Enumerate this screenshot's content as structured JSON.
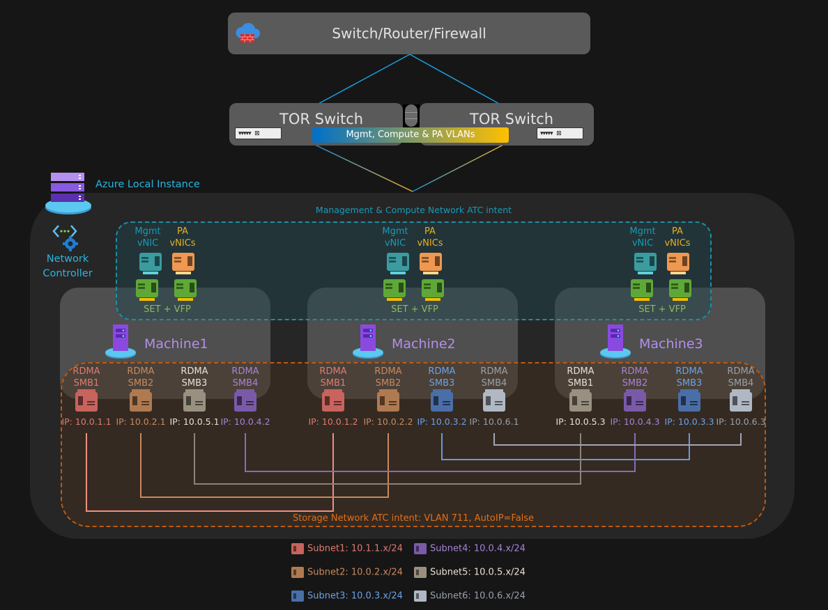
{
  "top": {
    "title": "Switch/Router/Firewall",
    "icon": "cloud-firewall-icon"
  },
  "tor": {
    "left_title": "TOR Switch",
    "right_title": "TOR Switch",
    "vlan_banner": "Mgmt, Compute & PA VLANs",
    "vlan_gradient": [
      "#0070c8",
      "#ffc000"
    ]
  },
  "instance": {
    "label": "Azure Local Instance",
    "network_controller": [
      "Network",
      "Controller"
    ]
  },
  "mgmt_intent": {
    "title": "Management & Compute Network ATC intent",
    "mgmt_label": [
      "Mgmt",
      "vNIC"
    ],
    "pa_label": [
      "PA",
      "vNICs"
    ],
    "set_label": "SET + VFP"
  },
  "machines": [
    {
      "name": "Machine1",
      "nics": [
        {
          "l1": "RDMA",
          "l2": "SMB1",
          "ip": "IP: 10.0.1.1",
          "subnet": 1
        },
        {
          "l1": "RDMA",
          "l2": "SMB2",
          "ip": "IP: 10.0.2.1",
          "subnet": 2
        },
        {
          "l1": "RDMA",
          "l2": "SMB3",
          "ip": "IP: 10.0.5.1",
          "subnet": 5
        },
        {
          "l1": "RDMA",
          "l2": "SMB4",
          "ip": "IP: 10.0.4.2",
          "subnet": 4
        }
      ]
    },
    {
      "name": "Machine2",
      "nics": [
        {
          "l1": "RDMA",
          "l2": "SMB1",
          "ip": "IP: 10.0.1.2",
          "subnet": 1
        },
        {
          "l1": "RDMA",
          "l2": "SMB2",
          "ip": "IP: 10.0.2.2",
          "subnet": 2
        },
        {
          "l1": "RDMA",
          "l2": "SMB3",
          "ip": "IP: 10.0.3.2",
          "subnet": 3
        },
        {
          "l1": "RDMA",
          "l2": "SMB4",
          "ip": "IP: 10.0.6.1",
          "subnet": 6
        }
      ]
    },
    {
      "name": "Machine3",
      "nics": [
        {
          "l1": "RDMA",
          "l2": "SMB1",
          "ip": "IP: 10.0.5.3",
          "subnet": 5
        },
        {
          "l1": "RDMA",
          "l2": "SMB2",
          "ip": "IP: 10.0.4.3",
          "subnet": 4
        },
        {
          "l1": "RDMA",
          "l2": "SMB3",
          "ip": "IP: 10.0.3.3",
          "subnet": 3
        },
        {
          "l1": "RDMA",
          "l2": "SMB4",
          "ip": "IP: 10.0.6.3",
          "subnet": 6
        }
      ]
    }
  ],
  "storage_intent": {
    "title": "Storage Network ATC intent: VLAN 711, AutoIP=False"
  },
  "legend": [
    {
      "label": "Subnet1: 10.1.1.x/24",
      "subnet": 1
    },
    {
      "label": "Subnet2: 10.0.2.x/24",
      "subnet": 2
    },
    {
      "label": "Subnet3: 10.0.3.x/24",
      "subnet": 3
    },
    {
      "label": "Subnet4: 10.0.4.x/24",
      "subnet": 4
    },
    {
      "label": "Subnet5: 10.0.5.x/24",
      "subnet": 5
    },
    {
      "label": "Subnet6: 10.0.6.x/24",
      "subnet": 6
    }
  ],
  "colors": {
    "subnet1": "#c8635d",
    "subnet1_text": "#e07a70",
    "subnet1_line": "#f09080",
    "subnet2": "#b07a50",
    "subnet2_text": "#c98a5c",
    "subnet2_line": "#c98a5c",
    "subnet3": "#4a6ea8",
    "subnet3_text": "#6aa2e8",
    "subnet3_line": "#6a9ad8",
    "subnet4": "#7a5aa8",
    "subnet4_text": "#a882d8",
    "subnet4_line": "#8a6ab8",
    "subnet5": "#9a9080",
    "subnet5_text": "#e8e0d4",
    "subnet5_line": "#8a8478",
    "subnet6": "#b0b8c4",
    "subnet6_text": "#9aa0a8",
    "subnet6_line": "#a0a8b4",
    "machine_text": "#b090e8",
    "mgmt": "#1a9ab8",
    "pa": "#e8b020",
    "set": "#8cbc5c",
    "accent": "#29b6e0",
    "storage": "#e0701a"
  }
}
